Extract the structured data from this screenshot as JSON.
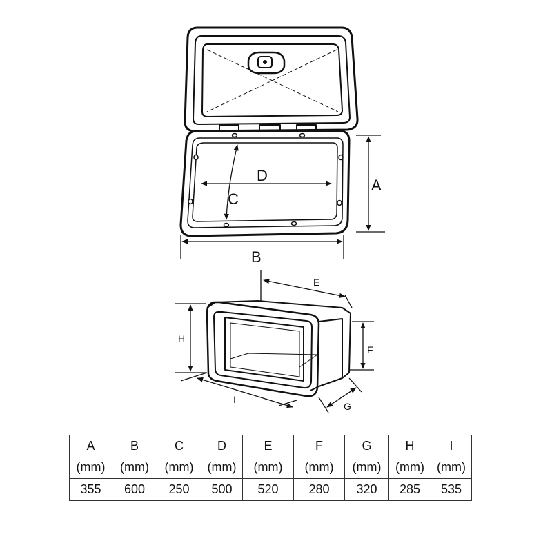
{
  "diagram_labels": {
    "A": "A",
    "B": "B",
    "C": "C",
    "D": "D",
    "E": "E",
    "F": "F",
    "G": "G",
    "H": "H",
    "I": "I"
  },
  "table": {
    "columns": [
      {
        "key": "A",
        "unit": "(mm)",
        "value": "355"
      },
      {
        "key": "B",
        "unit": "(mm)",
        "value": "600"
      },
      {
        "key": "C",
        "unit": "(mm)",
        "value": "250"
      },
      {
        "key": "D",
        "unit": "(mm)",
        "value": "500"
      },
      {
        "key": "E",
        "unit": "(mm)",
        "value": "520"
      },
      {
        "key": "F",
        "unit": "(mm)",
        "value": "280"
      },
      {
        "key": "G",
        "unit": "(mm)",
        "value": "320"
      },
      {
        "key": "H",
        "unit": "(mm)",
        "value": "285"
      },
      {
        "key": "I",
        "unit": "(mm)",
        "value": "535"
      }
    ]
  }
}
